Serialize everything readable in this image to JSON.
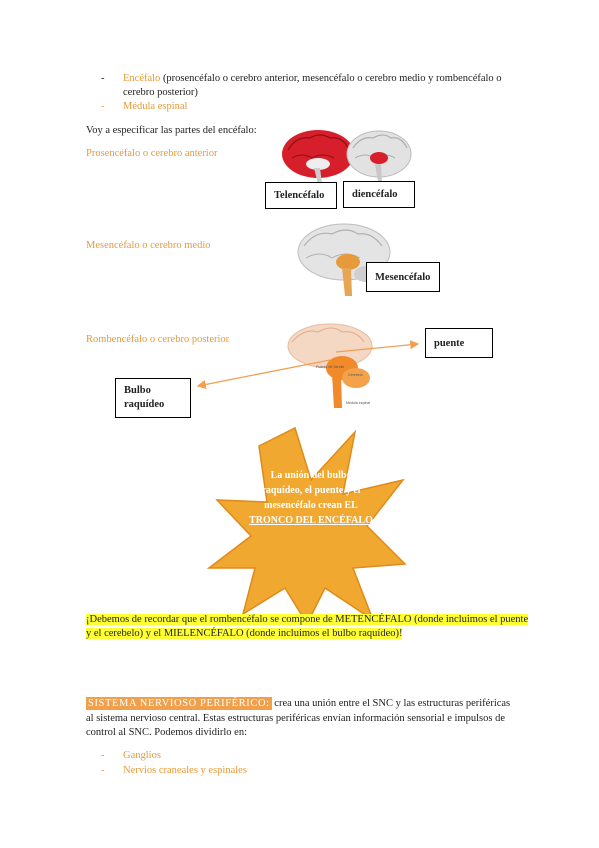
{
  "top_list": {
    "item1_term": "Encéfalo",
    "item1_rest_a": " (prosencéfalo o cerebro anterior, mesencéfalo o cerebro medio y rombencéfalo o",
    "item1_rest_b": "cerebro posterior)",
    "item2": "Médula espinal",
    "dash": "-"
  },
  "intro": "Voy a especificar las partes del encéfalo:",
  "sections": {
    "prosencefalo": "Prosencéfalo o cerebro anterior",
    "mesencefalo": "Mesencéfalo o cerebro medio",
    "rombencefalo": "Rombencéfalo o cerebro posterior"
  },
  "boxes": {
    "telencefalo": "Telencéfalo",
    "diencefalo": "diencéfalo",
    "mesencefalo": "Mesencéfalo",
    "puente": "puente",
    "bulbo_1": "Bulbo",
    "bulbo_2": "raquídeo"
  },
  "brain_labels": {
    "puente_small": "Puente de Varolio",
    "cerebelo_small": "Cerebelo",
    "medula_small": "Médula espinal"
  },
  "star": {
    "line1": "La unión del bulbo",
    "line2": "raquídeo, el puente y el",
    "line3": "mesencéfalo crean EL",
    "line4": "TRONCO DEL ENCÉFALO"
  },
  "highlight": {
    "line1": "¡Debemos de recordar que el rombencéfalo se compone de METENCÉFALO (donde incluimos el puente",
    "line2": "y el cerebelo) y el MIELENCÉFALO (donde incluimos el bulbo raquídeo)!"
  },
  "snp": {
    "title": "SISTEMA NERVIOSO PERIFÉRICO:",
    "line1_rest": " crea una unión entre el SNC y las estructuras periféricas",
    "line2": "al sistema nervioso central. Estas estructuras periféricas envían información sensorial e impulsos de",
    "line3": "control al SNC. Podemos dividirlo en:",
    "item1": "Ganglios",
    "item2": "Nervios craneales y espinales"
  },
  "colors": {
    "accent_orange": "#e69a3a",
    "star_fill": "#f0a830",
    "highlight": "#ffff33",
    "brain_red": "#d61f2a"
  }
}
